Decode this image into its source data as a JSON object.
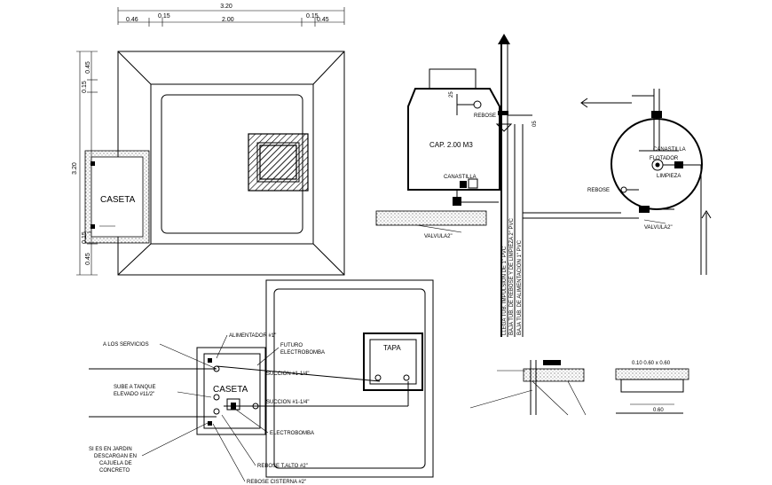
{
  "dims": {
    "top_total": "3.20",
    "top_a": "0.15",
    "top_b": "0.15",
    "top_left": "0.46",
    "top_mid": "2.00",
    "top_right": "0.45",
    "left_total": "3.20",
    "left_a": "0.15",
    "left_b": "0.45",
    "left_c": "0.15",
    "left_d": "0.45"
  },
  "plan": {
    "caseta": "CASETA"
  },
  "tank": {
    "capacity": "CAP. 2.00 M3",
    "rebose": "REBOSE",
    "canastilla": "CANASTILLA",
    "valvula": "VALVULA2\"",
    "dim_25": "25",
    "dim_05": "05",
    "pipe1": "LLEGA TUB. IMPULSION DE 1\" PVC",
    "pipe2": "BAJA TUB. DE REBOSE Y DE LIMPIEZA 2\" PVC",
    "pipe3": "BAJA TUB. DE ALIMENTACION 1\" PVC"
  },
  "cistern": {
    "canastilla": "CANASTILLA",
    "flotador": "FLOTADOR",
    "limpieza": "LIMPIEZA",
    "rebose": "REBOSE",
    "valvula": "VALVULA2\""
  },
  "pump": {
    "servicios": "A LOS SERVICIOS",
    "alimentador": "ALIMENTADOR #1\"",
    "futuro1": "FUTURO",
    "futuro2": "ELECTROBOMBA",
    "sube1": "SUBE A TANQUE",
    "sube2": "ELEVADO #11/2\"",
    "caseta": "CASETA",
    "succion1": "SUCCION #1-1/4\"",
    "succion2": "SUCCION #1-1/4\"",
    "tapa": "TAPA",
    "electrobomba": "ELECTROBOMBA",
    "rebose_alto": "REBOSE T.ALTO #2\"",
    "rebose_cist": "REBOSE CISTERNA #2\"",
    "jardin1": "SI ES EN JARDIN",
    "jardin2": "DESCARGAN EN",
    "jardin3": "CAJUELA DE",
    "jardin4": "CONCRETO"
  },
  "detail": {
    "dim1": "0.10 0.60  x  0.60",
    "dim2": "0.60"
  }
}
